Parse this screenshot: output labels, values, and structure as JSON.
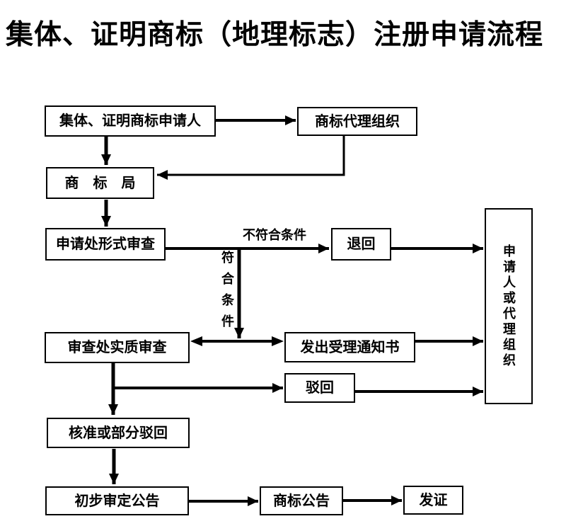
{
  "title": "集体、证明商标（地理标志）注册申请流程",
  "flowchart": {
    "nodes": {
      "applicant": "集体、证明商标申请人",
      "agency": "商标代理组织",
      "trademark_office": "商　标　局",
      "formality_exam": "申请处形式审查",
      "return_back": "退回",
      "substantive_exam": "审查处实质审查",
      "acceptance_notice": "发出受理通知书",
      "rejection": "驳回",
      "applicant_or_agency": "申请人或代理组织",
      "approval_or_partial_rejection": "核准或部分驳回",
      "preliminary_publication": "初步审定公告",
      "trademark_gazette": "商标公告",
      "issue_certificate": "发证"
    },
    "edge_labels": {
      "not_qualified": "不符合条件",
      "qualified": "符合条件"
    }
  },
  "colors": {
    "background": "#ffffff",
    "line": "#000000",
    "text": "#000000"
  }
}
